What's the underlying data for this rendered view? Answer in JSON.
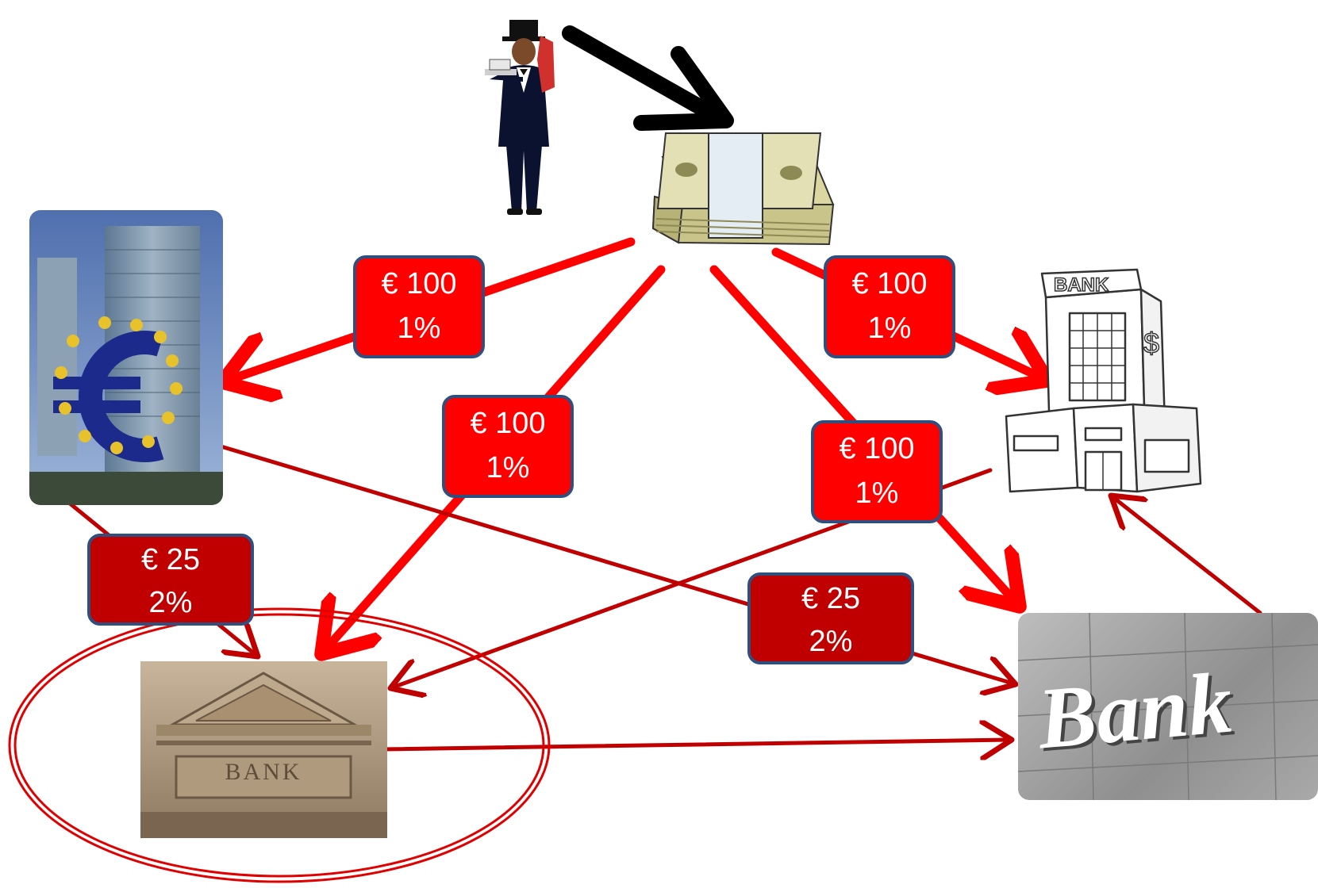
{
  "diagram": {
    "colors": {
      "arrow_bright": "#ff0000",
      "arrow_dark": "#c00000",
      "lender_arrow": "#000000",
      "label_border": "#2f4f7f",
      "highlight_ellipse": "#e00000"
    },
    "labels": [
      {
        "id": "lbl-ecb",
        "amount": "€ 100",
        "rate": "1%"
      },
      {
        "id": "lbl-bank-left",
        "amount": "€ 100",
        "rate": "1%"
      },
      {
        "id": "lbl-bank-right",
        "amount": "€ 100",
        "rate": "1%"
      },
      {
        "id": "lbl-bank-sign",
        "amount": "€ 100",
        "rate": "1%"
      },
      {
        "id": "lbl-ecb-to-left",
        "amount": "€ 25",
        "rate": "2%"
      },
      {
        "id": "lbl-ecb-to-sign",
        "amount": "€ 25",
        "rate": "2%"
      }
    ],
    "nodes": {
      "lender": {
        "icon": "gentleman-with-money-icon"
      },
      "money": {
        "icon": "money-stack-icon"
      },
      "ecb": {
        "icon": "euro-tower-icon"
      },
      "bank_cartoon": {
        "icon": "bank-building-icon",
        "sign": "BANK"
      },
      "bank_classic": {
        "icon": "classic-bank-facade-icon",
        "sign": "BANK"
      },
      "bank_sign": {
        "icon": "bank-wall-sign-icon",
        "sign": "Bank"
      }
    }
  }
}
